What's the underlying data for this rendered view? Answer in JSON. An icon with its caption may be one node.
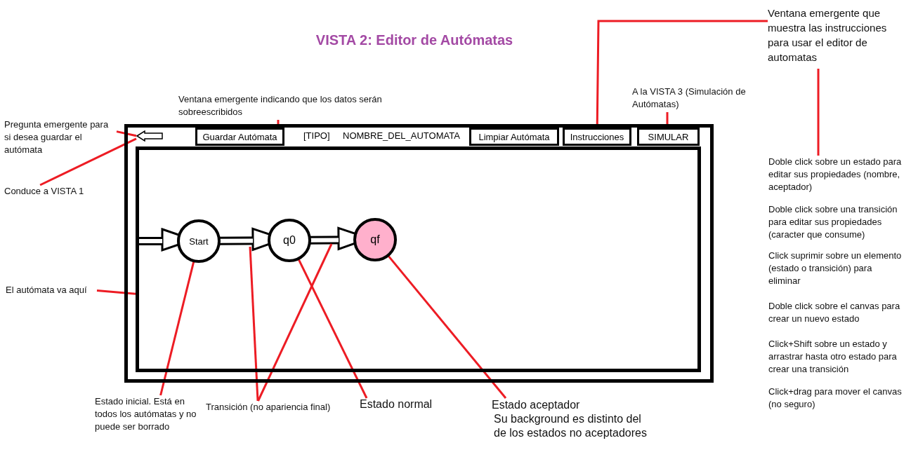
{
  "diagram": {
    "title": "VISTA 2: Editor de Autómatas",
    "nodes": [
      {
        "text": [],
        "shape": "box"
      },
      {
        "text": [],
        "shape": "arrow",
        "in": 0
      },
      {
        "text": [
          "Guardar Autómata"
        ],
        "in": 0
      },
      {
        "text": [
          "Limpiar Autómata"
        ],
        "in": 0
      },
      {
        "text": [
          "Instrucciones"
        ],
        "in": 0
      },
      {
        "text": [
          "SIMULAR"
        ],
        "in": 0
      },
      {
        "text": [],
        "shape": "box",
        "in": 0
      },
      {
        "text": [
          "Start"
        ],
        "in": 6
      },
      {
        "text": [
          "q0"
        ],
        "in": 6
      },
      {
        "text": [
          "qf"
        ],
        "in": 6
      },
      {
        "text": [
          "Pregunta emergente para si desea guardar el autómata"
        ]
      },
      {
        "text": [
          "Conduce a VISTA 1"
        ]
      },
      {
        "text": [
          "Ventana emergente indicando que los datos serán sobreescribidos"
        ]
      },
      {
        "text": [
          "A la VISTA 3 (Simulación de Autómatas)"
        ]
      },
      {
        "text": [
          "Ventana emergente que muestra las instrucciones para usar el editor de automatas"
        ]
      },
      {
        "text": [
          "El autómata va aquí"
        ]
      },
      {
        "text": [
          "Estado inicial. Está en todos los autómatas y no puede ser borrado"
        ]
      },
      {
        "text": [
          "Transición (no apariencia final)"
        ]
      },
      {
        "text": [
          "Estado normal"
        ]
      },
      {
        "text": [
          "Estado aceptador",
          "Su background es distinto del de los estados no aceptadores"
        ]
      },
      {
        "text": [
          "Doble click sobre un estado para editar sus propiedades (nombre, aceptador)",
          "Doble click sobre una transición para editar sus propiedades (caracter que consume)",
          "Click suprimir sobre un elemento (estado o transición) para eliminar",
          "Doble click sobre el canvas para crear un nuevo estado",
          "Click+Shift sobre un estado y arrastrar hasta otro estado para crear una transición",
          "Click+drag para mover el canvas (no seguro)"
        ]
      }
    ],
    "edges": [
      {
        "from": null,
        "to": 7,
        "arrow": "to",
        "style": "thick",
        "color": "#000000"
      },
      {
        "from": 7,
        "to": 8,
        "arrow": "to",
        "style": "thick",
        "color": "#000000"
      },
      {
        "from": 8,
        "to": 9,
        "arrow": "to",
        "style": "thick",
        "color": "#000000"
      },
      {
        "from": 10,
        "to": 1,
        "arrow": "none"
      },
      {
        "from": 11,
        "to": 1,
        "arrow": "none"
      },
      {
        "from": 12,
        "to": 2,
        "arrow": "none"
      },
      {
        "from": 13,
        "to": 5,
        "arrow": "none"
      },
      {
        "from": 14,
        "to": 4,
        "arrow": "none"
      },
      {
        "from": 14,
        "to": 20,
        "arrow": "none"
      },
      {
        "from": 15,
        "to": 6,
        "arrow": "none"
      },
      {
        "from": 16,
        "to": 7,
        "arrow": "none"
      },
      {
        "from": 17,
        "to": null,
        "arrow": "none"
      },
      {
        "from": 17,
        "to": null,
        "arrow": "none"
      },
      {
        "from": 18,
        "to": 8,
        "arrow": "none"
      },
      {
        "from": 19,
        "to": 9,
        "arrow": "none"
      }
    ],
    "labels": [
      "[TIPO]",
      "NOMBRE_DEL_AUTOMATA"
    ]
  }
}
